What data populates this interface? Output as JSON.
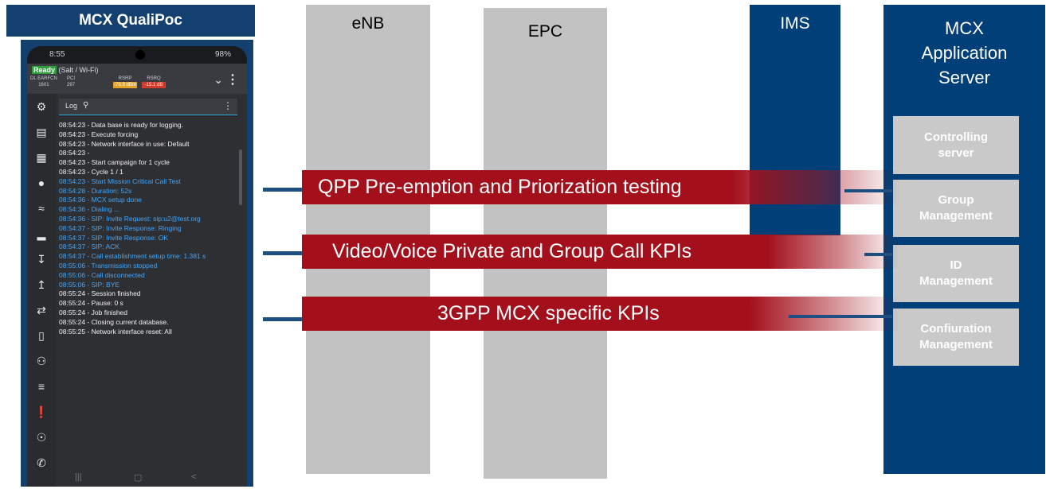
{
  "device": {
    "title": "MCX QualiPoc",
    "statusbar": {
      "time": "8:55",
      "right": "98%"
    },
    "ready": "Ready",
    "network": "(Salt / Wi-Fi)",
    "measurements": [
      {
        "label": "DL EARFCN",
        "value": "1601"
      },
      {
        "label": "PCI",
        "value": "297"
      },
      {
        "label": "RSRP",
        "value": "-76.9 dBm"
      },
      {
        "label": "RSRQ",
        "value": "-15.1 dB"
      }
    ],
    "log_label": "Log",
    "log_lines": [
      {
        "text": "08:54:23 - Data base is ready for logging.",
        "blue": false
      },
      {
        "text": "08:54:23 - Execute forcing",
        "blue": false
      },
      {
        "text": "08:54:23 - Network interface in use: Default",
        "blue": false
      },
      {
        "text": "08:54:23 -",
        "blue": false
      },
      {
        "text": "08:54:23 - Start campaign for 1 cycle",
        "blue": false
      },
      {
        "text": "08:54:23 - Cycle 1 / 1",
        "blue": false
      },
      {
        "text": "08:54:23 - Start Mission Critical Call Test",
        "blue": true
      },
      {
        "text": "08:54:28 - Duration: 52s",
        "blue": true
      },
      {
        "text": "08:54:36 - MCX setup done",
        "blue": true
      },
      {
        "text": "08:54:36 - Dialing ...",
        "blue": true
      },
      {
        "text": "08:54:36 - SIP: Invite Request: sip:u2@test.org",
        "blue": true
      },
      {
        "text": "08:54:37 - SIP: Invite Response: Ringing",
        "blue": true
      },
      {
        "text": "08:54:37 - SIP: Invite Response: OK",
        "blue": true
      },
      {
        "text": "08:54:37 - SIP: ACK",
        "blue": true
      },
      {
        "text": "08:54:37 - Call establishment setup time: 1.381 s",
        "blue": true
      },
      {
        "text": "08:55:06 - Transmission stopped",
        "blue": true
      },
      {
        "text": "08:55:06 - Call disconnected",
        "blue": true
      },
      {
        "text": "08:55:06 - SIP: BYE",
        "blue": true
      },
      {
        "text": "08:55:24 - Session finished",
        "blue": false
      },
      {
        "text": "08:55:24 - Pause: 0 s",
        "blue": false
      },
      {
        "text": "08:55:24 - Job finished",
        "blue": false
      },
      {
        "text": "08:55:24 - Closing current database.",
        "blue": false
      },
      {
        "text": "08:55:25 - Network interface reset: All",
        "blue": false
      }
    ]
  },
  "columns": {
    "enb": "eNB",
    "epc": "EPC",
    "ims": "IMS",
    "mcx_as": [
      "MCX",
      "Application",
      "Server"
    ]
  },
  "servers": [
    [
      "Controlling",
      "server"
    ],
    [
      "Group",
      "Management"
    ],
    [
      "ID",
      "Management"
    ],
    [
      "Confiuration",
      "Management"
    ]
  ],
  "banners": [
    "QPP Pre-emption and Priorization testing",
    "Video/Voice Private and Group Call KPIs",
    "3GPP MCX specific KPIs"
  ],
  "colors": {
    "navy": "#003f77",
    "banner_red": "#a3101c",
    "grey_column": "#c2c2c2"
  }
}
